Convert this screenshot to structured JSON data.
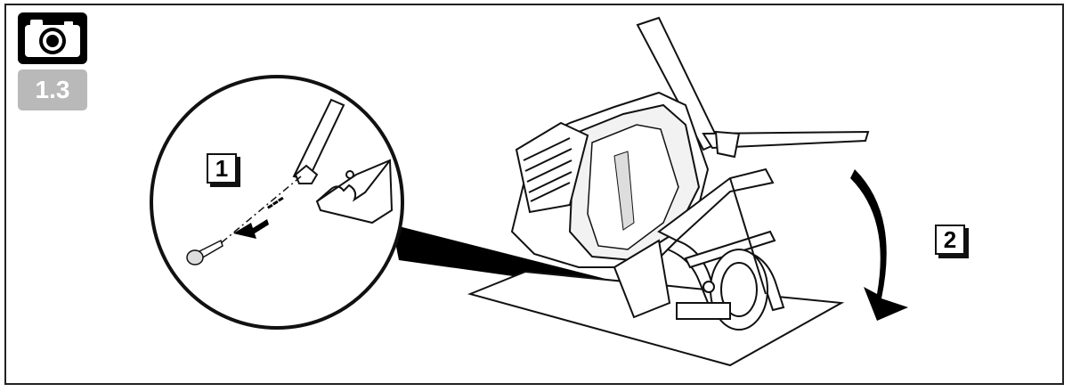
{
  "badge": {
    "icon": "camera-icon",
    "step_number": "1.3",
    "step_badge_color": "#b9b9b9"
  },
  "callouts": {
    "step1": "1",
    "step2": "2"
  },
  "colors": {
    "line": "#111111",
    "frame": "#222222"
  }
}
